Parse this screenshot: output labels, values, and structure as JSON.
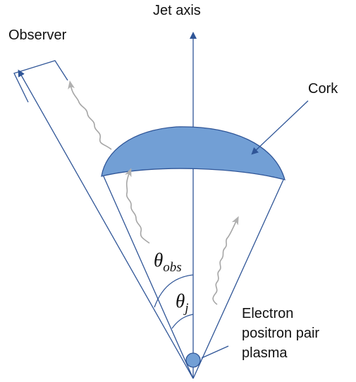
{
  "labels": {
    "jet_axis": "Jet axis",
    "observer": "Observer",
    "cork": "Cork",
    "plasma_line1": "Electron",
    "plasma_line2": "positron pair",
    "plasma_line3": "plasma",
    "theta_obs_symbol": "θ",
    "theta_obs_subscript": "obs",
    "theta_j_symbol": "θ",
    "theta_j_subscript": "j"
  },
  "colors": {
    "line": "#2f5597",
    "cork_fill": "#729fd5",
    "cork_stroke": "#2f5597",
    "photon": "#a6a6a6",
    "text": "#111111"
  }
}
